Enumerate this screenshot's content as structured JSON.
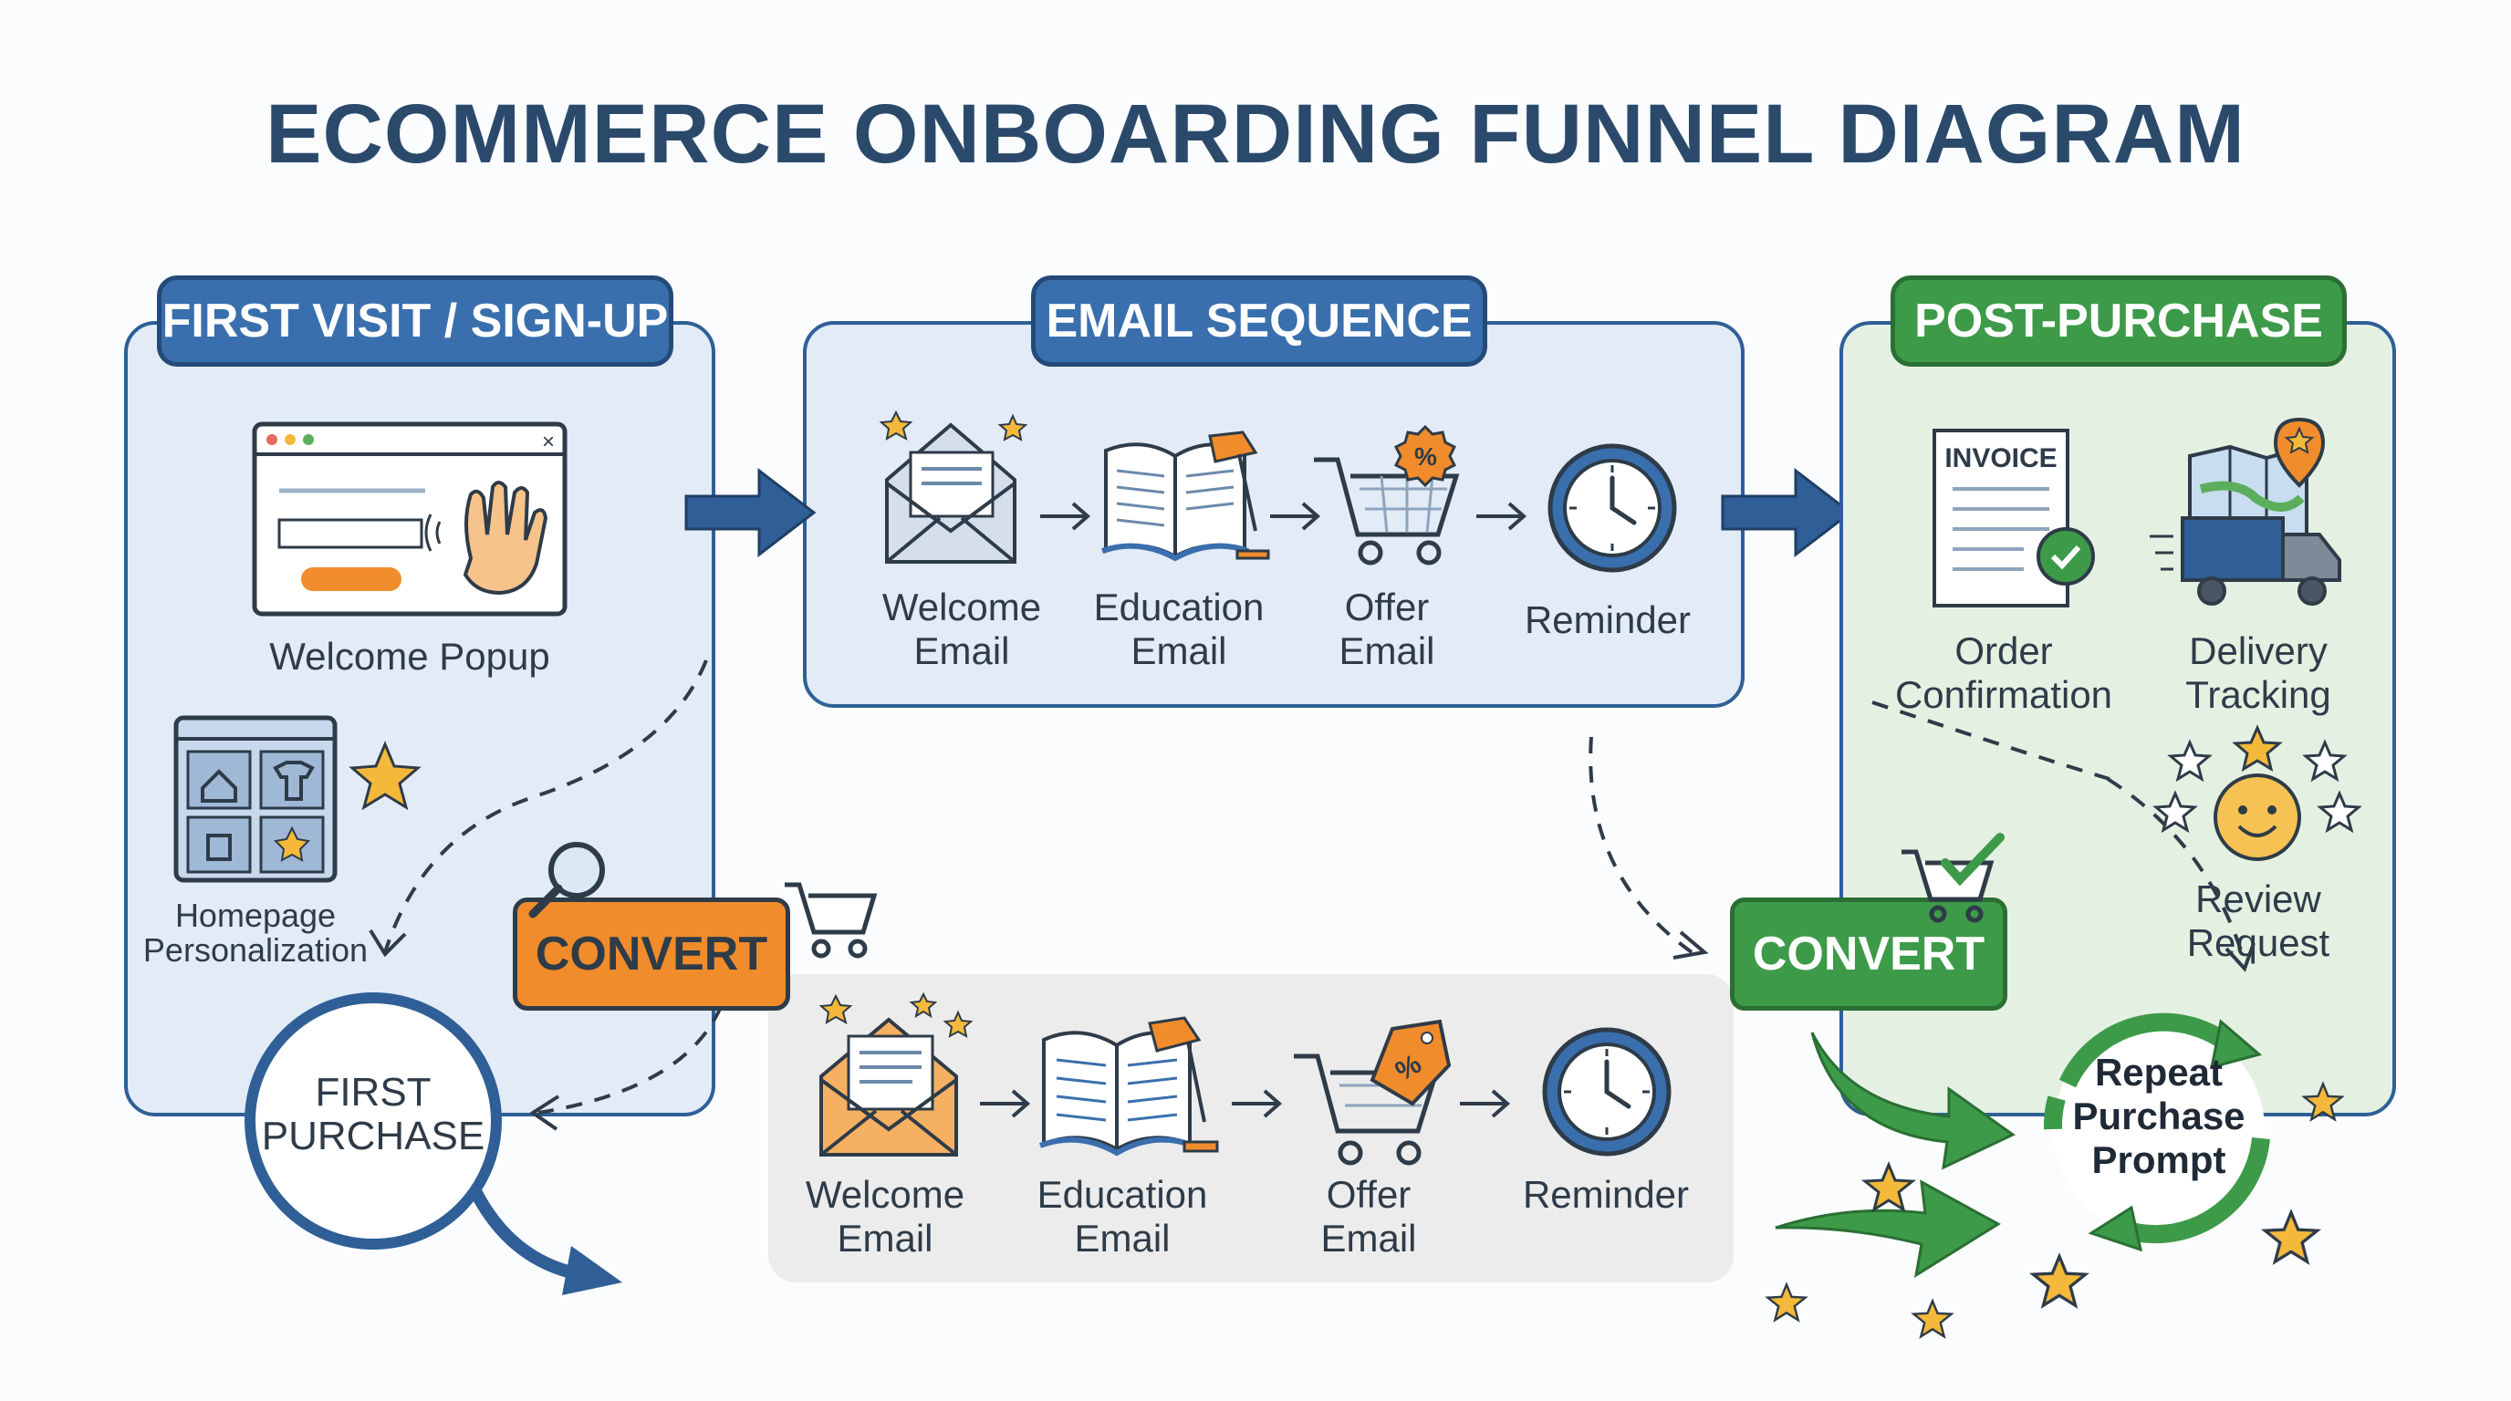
{
  "title": "ECOMMERCE ONBOARDING FUNNEL DIAGRAM",
  "sections": {
    "first_visit": {
      "tab": "FIRST VISIT / SIGN-UP",
      "welcome_popup": "Welcome Popup",
      "homepage_line1": "Homepage",
      "homepage_line2": "Personalization",
      "first_purchase_line1": "FIRST",
      "first_purchase_line2": "PURCHASE"
    },
    "email_sequence": {
      "tab": "EMAIL SEQUENCE",
      "steps": [
        {
          "line1": "Welcome",
          "line2": "Email"
        },
        {
          "line1": "Education",
          "line2": "Email"
        },
        {
          "line1": "Offer",
          "line2": "Email"
        },
        {
          "line1": "Reminder",
          "line2": ""
        }
      ]
    },
    "lower_sequence": {
      "steps": [
        {
          "line1": "Welcome",
          "line2": "Email"
        },
        {
          "line1": "Education",
          "line2": "Email"
        },
        {
          "line1": "Offer",
          "line2": "Email"
        },
        {
          "line1": "Reminder",
          "line2": ""
        }
      ]
    },
    "post_purchase": {
      "tab": "POST-PURCHASE",
      "invoice_text": "INVOICE",
      "order_line1": "Order",
      "order_line2": "Confirmation",
      "delivery_line1": "Delivery",
      "delivery_line2": "Tracking",
      "review_line1": "Review",
      "review_line2": "Request",
      "repeat_line1": "Repeat",
      "repeat_line2": "Purchase",
      "repeat_line3": "Prompt"
    }
  },
  "convert_left": "CONVERT",
  "convert_right": "CONVERT",
  "colors": {
    "navy": "#2b4a6b",
    "blue": "#3a6fae",
    "green": "#3d9a49",
    "orange": "#f08c2c",
    "star": "#f4b93a"
  }
}
